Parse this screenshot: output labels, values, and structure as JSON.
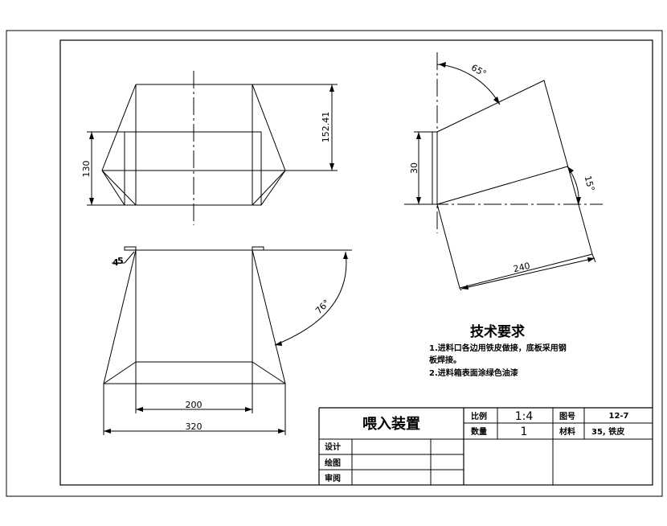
{
  "drawing": {
    "views": {
      "front": {
        "dims": {
          "height_total": "152.41",
          "height_body": "130"
        }
      },
      "side": {
        "dims": {
          "angle_top": "65°",
          "angle_bottom": "15°",
          "length": "240",
          "height": "30"
        }
      },
      "plan": {
        "dims": {
          "width_inner": "200",
          "width_outer": "320",
          "angle": "76°",
          "flange": "5"
        }
      }
    },
    "tech_requirements": {
      "heading": "技术要求",
      "items": [
        "1.进料口各边用铁皮做接，底板采用钢",
        "板焊接。",
        "2.进料箱表面涂绿色油漆"
      ]
    },
    "title_block": {
      "title": "喂入装置",
      "scale_label": "比例",
      "scale_value": "1:4",
      "qty_label": "数量",
      "qty_value": "1",
      "drawing_no_label": "图号",
      "drawing_no_value": "12-7",
      "material_label": "材料",
      "material_value": "35, 铁皮",
      "design_label": "设计",
      "draw_label": "绘图",
      "review_label": "审阅"
    }
  }
}
